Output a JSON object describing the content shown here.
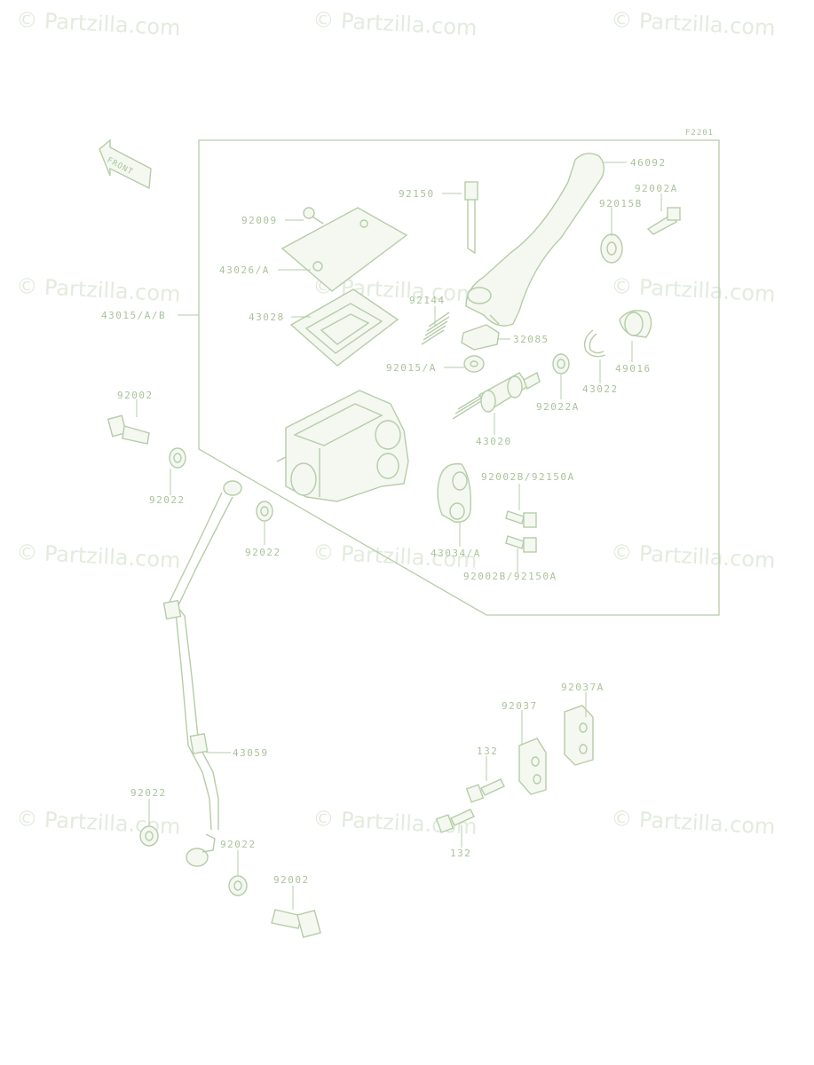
{
  "watermark_text": "© Partzilla.com",
  "diagram_code": "F2201",
  "front_arrow_label": "FRONT",
  "colors": {
    "line": "#b6cca8",
    "text": "#a9c39a",
    "watermark": "#e3ebde",
    "background": "#ffffff"
  },
  "labels": {
    "p46092": "46092",
    "p92150": "92150",
    "p92002A": "92002A",
    "p92009": "92009",
    "p92015B": "92015B",
    "p43026A": "43026/A",
    "p43015AB": "43015/A/B",
    "p92144": "92144",
    "p43028": "43028",
    "p32085": "32085",
    "p92015A": "92015/A",
    "p49016": "49016",
    "p43022": "43022",
    "p92022A": "92022A",
    "p43020": "43020",
    "p92002_top": "92002",
    "p92022_a": "92022",
    "p92002B_top": "92002B/92150A",
    "p92022_b": "92022",
    "p43034A": "43034/A",
    "p92002B_bot": "92002B/92150A",
    "p92037A": "92037A",
    "p92037": "92037",
    "p43059": "43059",
    "p132_top": "132",
    "p92022_c": "92022",
    "p132_bot": "132",
    "p92022_d": "92022",
    "p92002_bot": "92002"
  }
}
